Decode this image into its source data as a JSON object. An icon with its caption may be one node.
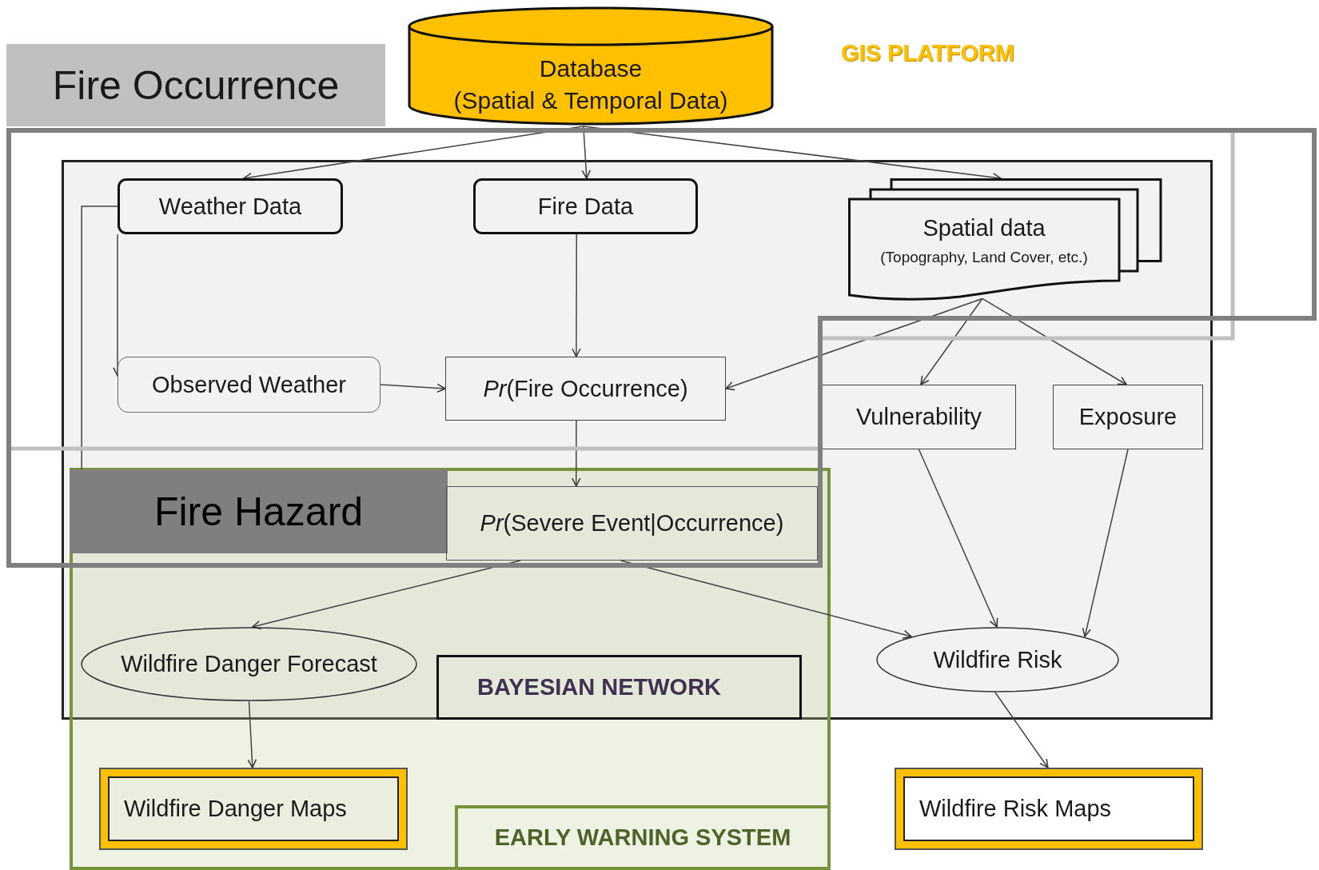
{
  "diagram": {
    "nodes": [
      {
        "text": [
          "Fire Occurrence"
        ]
      },
      {
        "text": [
          "Database",
          "(Spatial & Temporal Data)"
        ]
      },
      {
        "text": [],
        "shape": "box"
      },
      {
        "text": [
          "Weather Data"
        ],
        "in": 2
      },
      {
        "text": [
          "Fire Data"
        ],
        "in": 2
      },
      {
        "text": [
          "Spatial data",
          "(Topography, Land Cover, etc.)"
        ],
        "in": 2
      },
      {
        "text": [
          "Observed Weather"
        ],
        "in": 2
      },
      {
        "text": [
          "*Pr*(Fire Occurrence)"
        ],
        "in": 2
      },
      {
        "text": [
          "Vulnerability"
        ],
        "in": 2
      },
      {
        "text": [
          "Exposure"
        ],
        "in": 2
      },
      {
        "text": [
          "EARLY WARNING SYSTEM"
        ]
      },
      {
        "text": [
          "Fire Hazard"
        ]
      },
      {
        "text": [
          "*Pr*(Severe Event|Occurrence)"
        ]
      },
      {
        "text": [
          "Wildfire Danger Forecast"
        ]
      },
      {
        "text": [
          "BAYESIAN NETWORK"
        ]
      },
      {
        "text": [
          "Wildfire Risk"
        ],
        "in": 2
      },
      {
        "text": [
          "Wildfire Danger Maps"
        ],
        "in": 10
      },
      {
        "text": [
          "Wildfire Risk Maps"
        ]
      }
    ],
    "edges": [
      {
        "from": 1,
        "to": 3,
        "arrow": "to"
      },
      {
        "from": 1,
        "to": 4,
        "arrow": "to"
      },
      {
        "from": 1,
        "to": 5,
        "arrow": "to"
      },
      {
        "from": 3,
        "to": 6,
        "arrow": "to"
      },
      {
        "from": 3,
        "to": 11,
        "arrow": "none"
      },
      {
        "from": 6,
        "to": 7,
        "arrow": "to"
      },
      {
        "from": 4,
        "to": 7,
        "arrow": "to"
      },
      {
        "from": 5,
        "to": 7,
        "arrow": "to"
      },
      {
        "from": 5,
        "to": 8,
        "arrow": "to"
      },
      {
        "from": 5,
        "to": 9,
        "arrow": "to"
      },
      {
        "from": 7,
        "to": 12,
        "arrow": "to"
      },
      {
        "from": 12,
        "to": 13,
        "arrow": "to"
      },
      {
        "from": 12,
        "to": 15,
        "arrow": "to"
      },
      {
        "from": 8,
        "to": 15,
        "arrow": "to"
      },
      {
        "from": 9,
        "to": 15,
        "arrow": "to"
      },
      {
        "from": 13,
        "to": 16,
        "arrow": "to"
      },
      {
        "from": 15,
        "to": 17,
        "arrow": "to"
      }
    ],
    "labels": [
      "GIS PLATFORM"
    ]
  }
}
